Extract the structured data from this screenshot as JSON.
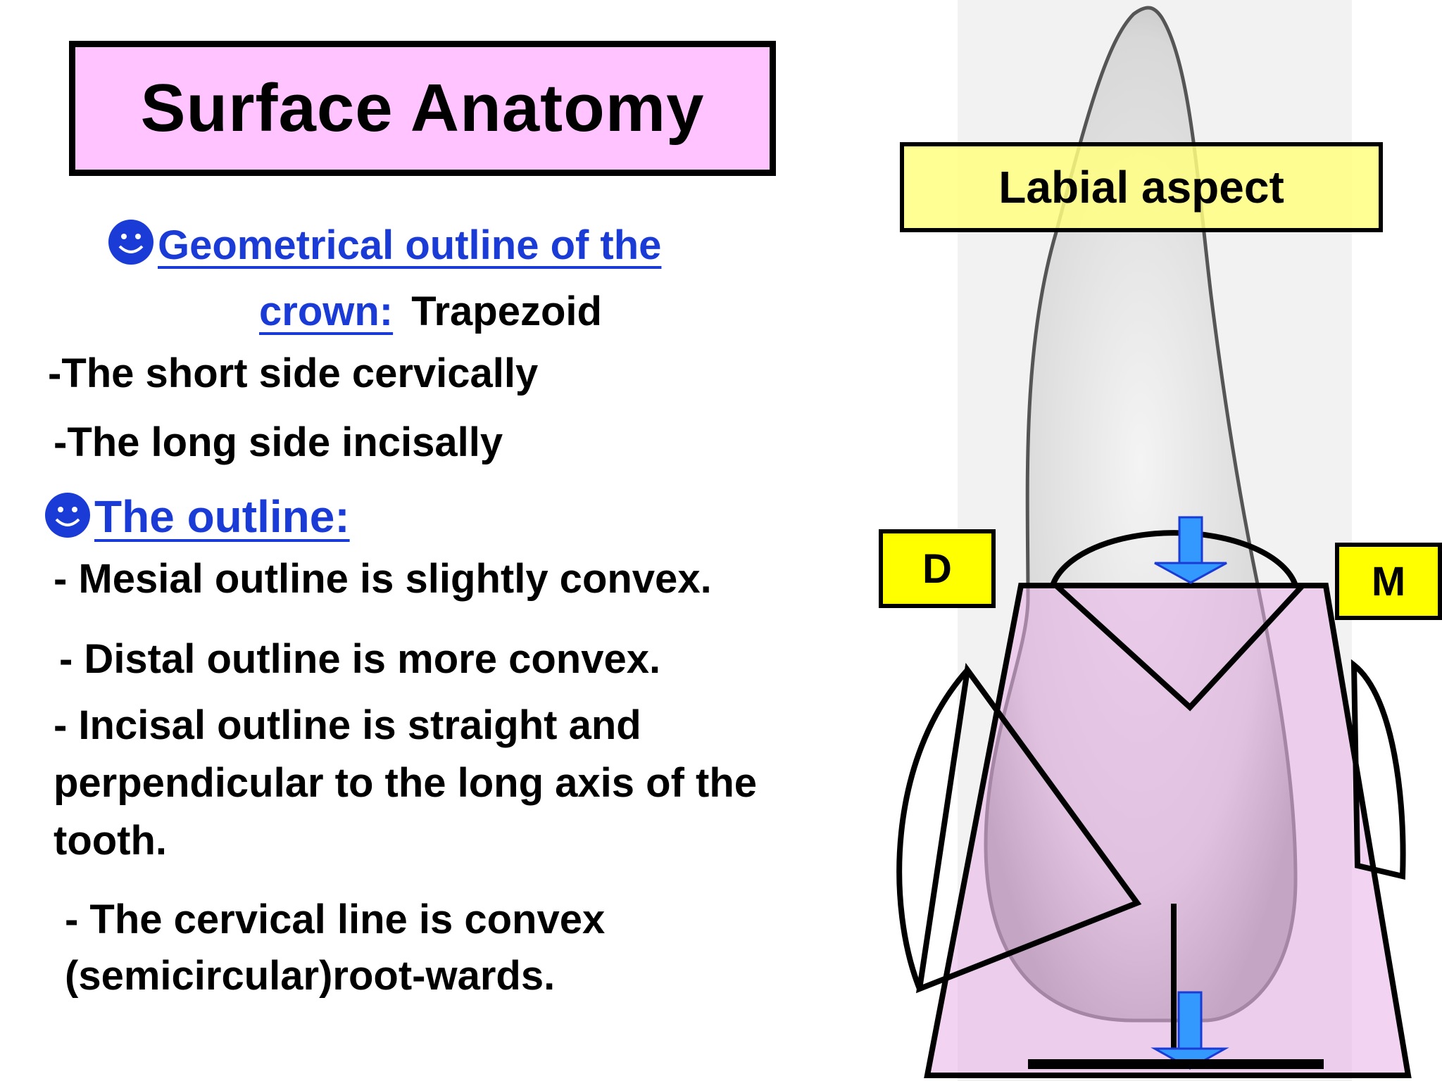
{
  "title": "Surface Anatomy",
  "section1": {
    "heading_line1": "Geometrical outline of the",
    "heading_line2": "crown:",
    "answer": "Trapezoid",
    "items": [
      "-The short side cervically",
      "-The long side incisally"
    ]
  },
  "section2": {
    "heading": "The outline:",
    "items": [
      "- Mesial outline is slightly convex.",
      "- Distal outline is more convex.",
      "- Incisal outline is straight and",
      "perpendicular to the long axis of the",
      "tooth.",
      "- The cervical line is convex",
      "(semicircular)root-wards."
    ]
  },
  "figure": {
    "aspect_label": "Labial aspect",
    "distal_label": "D",
    "mesial_label": "M"
  },
  "colors": {
    "title_bg": "#ffc4ff",
    "heading_blue": "#1a3bd6",
    "label_yellow": "#ffff00",
    "label_yellow_translucent": "#ffff80",
    "arrow_blue": "#3399ff",
    "crown_overlay": "#e8b0e8"
  },
  "icons": {
    "bullet": "smiley-icon"
  }
}
